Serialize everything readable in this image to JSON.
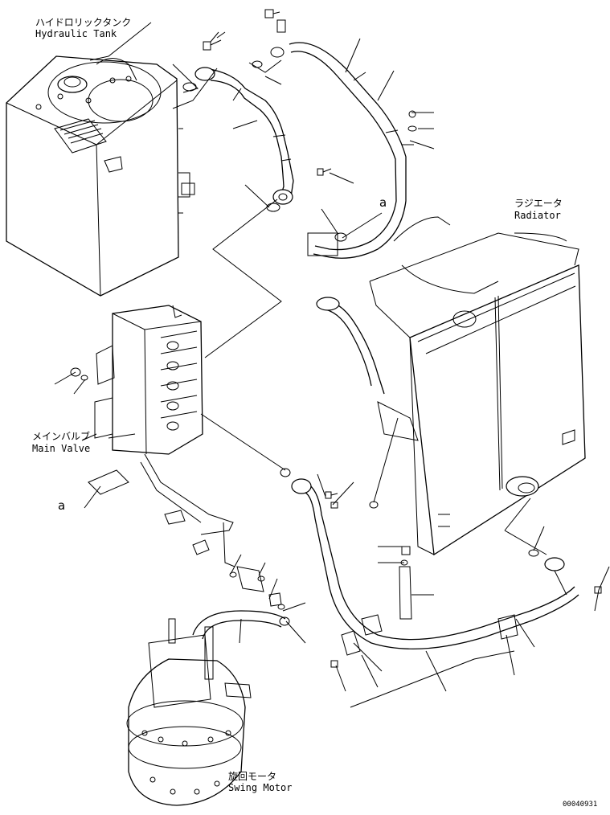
{
  "labels": {
    "hydraulic_tank_jp": "ハイドロリックタンク",
    "hydraulic_tank_en": "Hydraulic Tank",
    "radiator_jp": "ラジエータ",
    "radiator_en": "Radiator",
    "main_valve_jp": "メインバルブ",
    "main_valve_en": "Main Valve",
    "swing_motor_jp": "旋回モータ",
    "swing_motor_en": "Swing Motor"
  },
  "reference_marks": {
    "connection_a_right": "a",
    "connection_a_left": "a"
  },
  "document_number": "00040931"
}
